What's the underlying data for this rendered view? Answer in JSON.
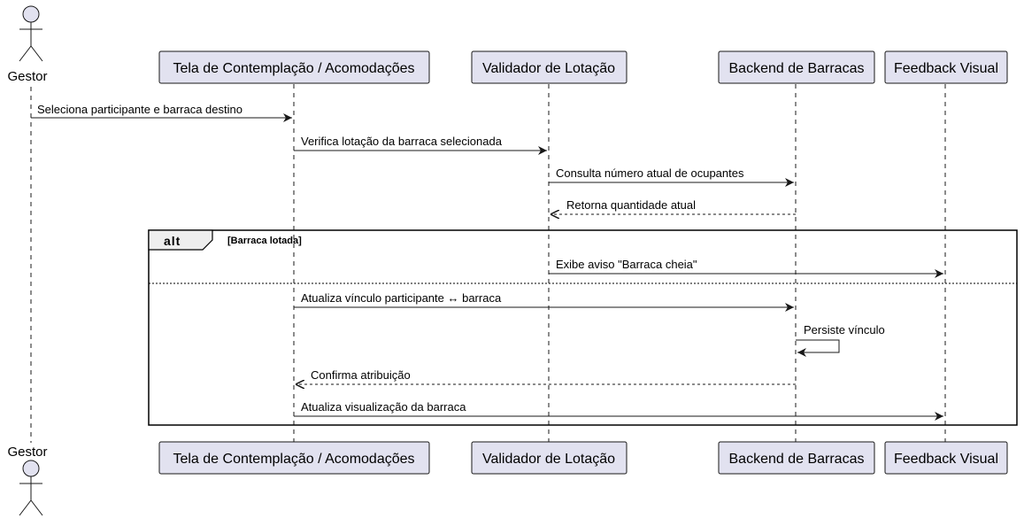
{
  "colors": {
    "box_fill": "#E2E2F0",
    "box_stroke": "#181818",
    "line": "#181818",
    "background": "#FFFFFF"
  },
  "actor": {
    "name": "Gestor"
  },
  "participants": [
    {
      "id": "tela",
      "label": "Tela de Contemplação / Acomodações"
    },
    {
      "id": "validador",
      "label": "Validador de Lotação"
    },
    {
      "id": "backend",
      "label": "Backend de Barracas"
    },
    {
      "id": "feedback",
      "label": "Feedback Visual"
    }
  ],
  "messages": [
    {
      "label": "Seleciona participante e barraca destino",
      "style": "solid"
    },
    {
      "label": "Verifica lotação da barraca selecionada",
      "style": "solid"
    },
    {
      "label": "Consulta número atual de ocupantes",
      "style": "solid"
    },
    {
      "label": "Retorna quantidade atual",
      "style": "dashed"
    },
    {
      "label": "Exibe aviso \"Barraca cheia\"",
      "style": "solid"
    },
    {
      "label": "Atualiza vínculo participante ↔ barraca",
      "style": "solid"
    },
    {
      "label": "Persiste vínculo",
      "style": "solid"
    },
    {
      "label": "Confirma atribuição",
      "style": "dashed"
    },
    {
      "label": "Atualiza visualização da barraca",
      "style": "solid"
    }
  ],
  "alt_fragment": {
    "keyword": "alt",
    "guard": "[Barraca lotada]"
  }
}
